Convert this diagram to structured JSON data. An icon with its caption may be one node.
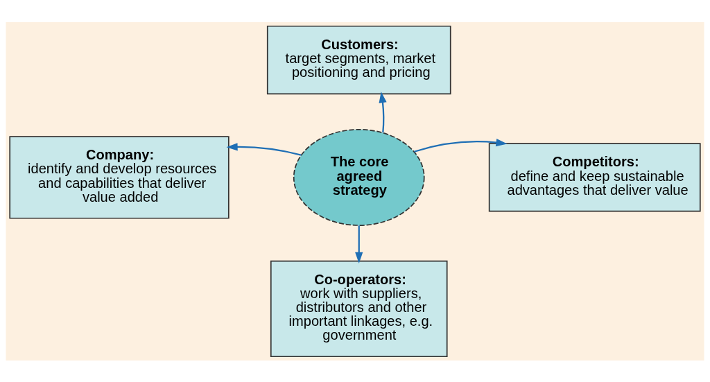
{
  "diagram": {
    "nodes": [
      {
        "text": [
          "The core agreed strategy"
        ]
      },
      {
        "text": [
          "Customers:",
          "target segments, market positioning and pricing"
        ]
      },
      {
        "text": [
          "Company:",
          "identify and develop resources and capabilities that deliver value added"
        ]
      },
      {
        "text": [
          "Competitors:",
          "define and keep sustainable advantages that deliver value"
        ]
      },
      {
        "text": [
          "Co-operators:",
          "work with suppliers, distributors and other important linkages, e.g. government"
        ]
      }
    ],
    "edges": [
      {
        "from": 0,
        "to": 1,
        "arrow": "to"
      },
      {
        "from": 0,
        "to": 2,
        "arrow": "to"
      },
      {
        "from": 0,
        "to": 3,
        "arrow": "to"
      },
      {
        "from": 0,
        "to": 4,
        "arrow": "to"
      }
    ]
  }
}
